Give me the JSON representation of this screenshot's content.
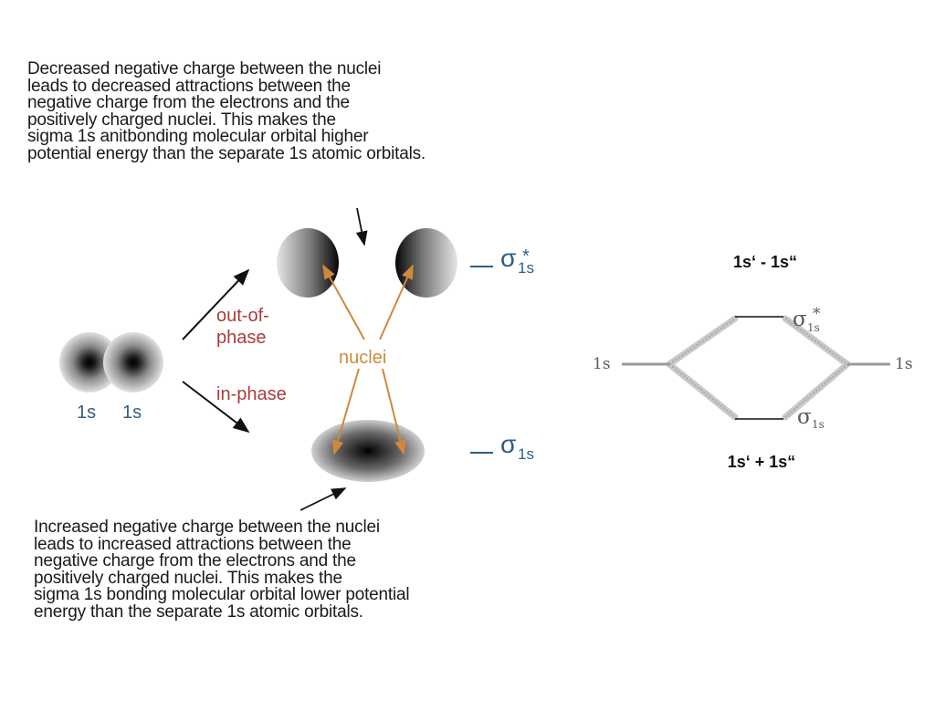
{
  "top_paragraph": "Decreased negative charge between the nuclei\nleads to decreased attractions between the\nnegative charge from the electrons and the\npositively charged nuclei. This makes the\nsigma 1s anitbonding molecular orbital higher\npotential energy than the separate 1s atomic orbitals.",
  "bottom_paragraph": "Increased negative charge between the nuclei\nleads to increased attractions between the\nnegative charge from the electrons and the\npositively charged nuclei. This makes the\nsigma 1s bonding molecular orbital lower potential\nenergy than the separate 1s atomic orbitals.",
  "left_diagram": {
    "atomic_labels": [
      "1s",
      "1s"
    ],
    "out_of_phase_label_line1": "out-of-",
    "out_of_phase_label_line2": "phase",
    "in_phase_label": "in-phase",
    "nuclei_label": "nuclei",
    "antibonding_label": "σ",
    "antibonding_subscript": "1s",
    "antibonding_star": "*",
    "bonding_label": "σ",
    "bonding_subscript": "1s",
    "dash": "—"
  },
  "right_diagram": {
    "top_title": "1s‘ - 1s“",
    "bottom_title": "1s‘ + 1s“",
    "left_orbital_label": "1s",
    "right_orbital_label": "1s",
    "antibonding_label": "σ",
    "antibonding_subscript": "1s",
    "antibonding_star": "*",
    "bonding_label": "σ",
    "bonding_subscript": "1s"
  },
  "colors": {
    "blue_label": "#2f5f86",
    "red_label": "#a83b3b",
    "orange_arrow": "#d0893a",
    "text": "#1a1a1a"
  }
}
